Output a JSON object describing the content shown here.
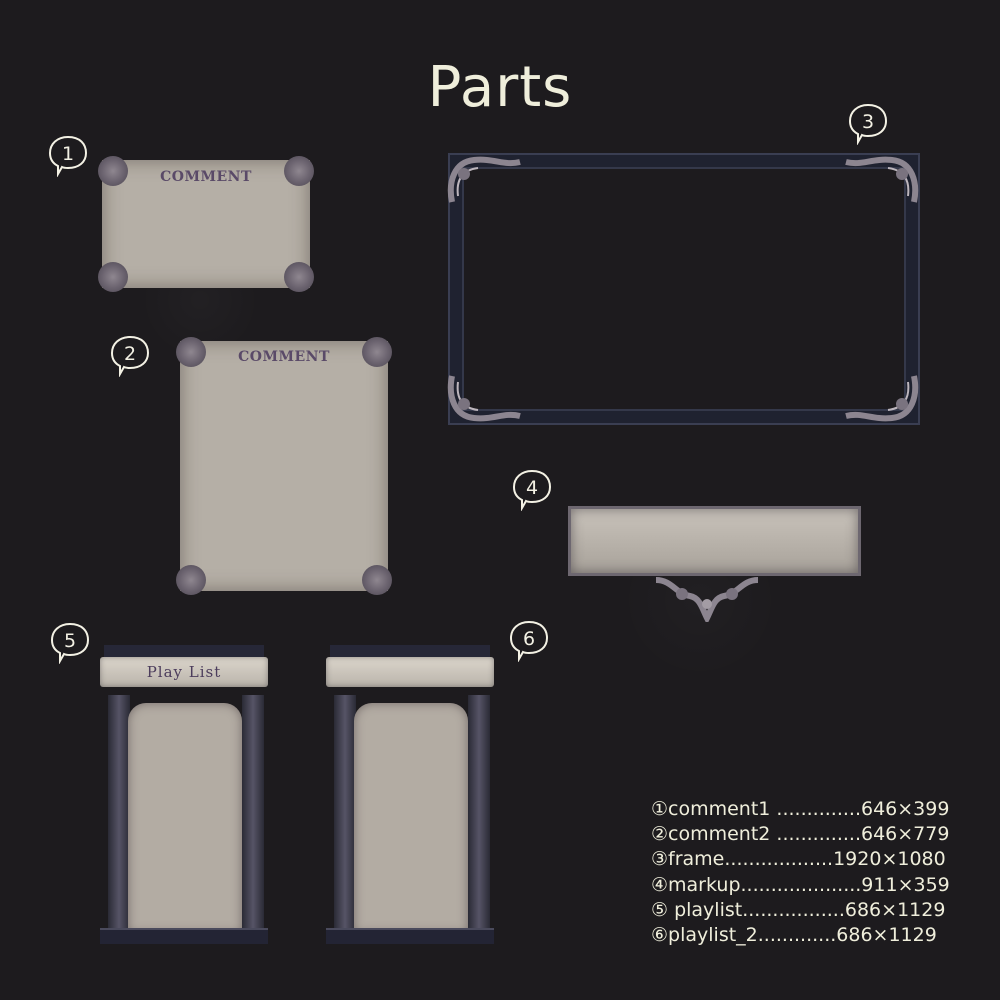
{
  "title": "Parts",
  "badges": [
    "1",
    "2",
    "3",
    "4",
    "5",
    "6"
  ],
  "comment1": {
    "label": "COMMENT"
  },
  "comment2": {
    "label": "COMMENT"
  },
  "playlist1": {
    "banner": "Play  List"
  },
  "specs": [
    "①comment1 ..............646×399",
    "②comment2 ..............646×779",
    "③frame..................1920×1080",
    "④markup....................911×359",
    "⑤ playlist.................686×1129",
    "⑥playlist_2.............686×1129"
  ],
  "colors": {
    "background": "#1d1b1e",
    "paper": "#b5afa6",
    "text": "#efeedb"
  }
}
